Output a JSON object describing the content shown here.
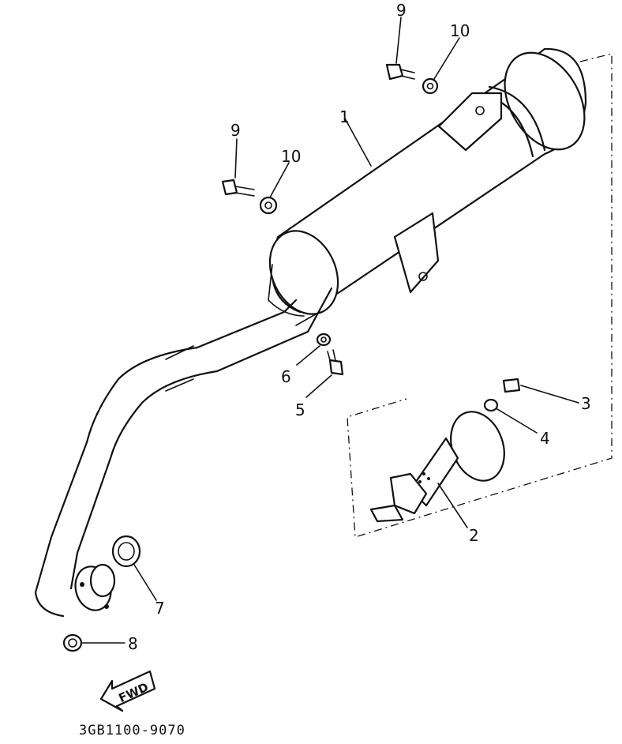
{
  "diagram": {
    "callouts": {
      "c1": "1",
      "c2": "2",
      "c3": "3",
      "c4": "4",
      "c5": "5",
      "c6": "6",
      "c7": "7",
      "c8": "8",
      "c9a": "9",
      "c9b": "9",
      "c10a": "10",
      "c10b": "10"
    },
    "direction_label": "FWD",
    "drawing_code": "3GB1100-9070"
  }
}
